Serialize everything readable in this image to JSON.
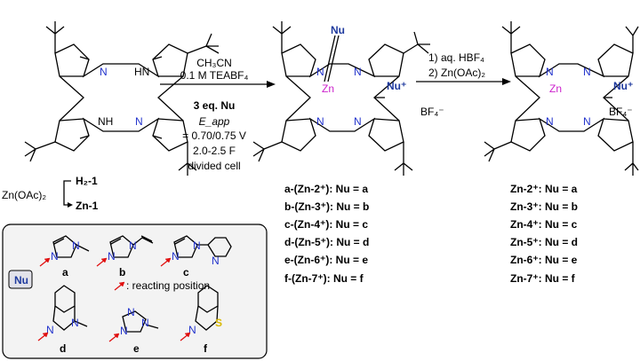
{
  "h2_1": "H₂-1",
  "zn_1": "Zn-1",
  "zn_oac": "Zn(OAc)₂",
  "nh": "NH",
  "hn": "HN",
  "n": "N",
  "zn": "Zn",
  "nu": "Nu",
  "nu_plus": "Nu⁺",
  "bf4": "BF₄⁻",
  "step1": [
    "CH₃CN",
    "0.1 M TEABF₄",
    "3 eq. Nu",
    "E_app",
    "= 0.70/0.75 V",
    "2.0-2.5 F",
    "divided cell"
  ],
  "step2": [
    "1) aq. HBF₄",
    "2) Zn(OAc)₂"
  ],
  "products_mid": [
    "a-(Zn-2⁺): Nu = a",
    "b-(Zn-3⁺): Nu = b",
    "c-(Zn-4⁺): Nu = c",
    "d-(Zn-5⁺): Nu = d",
    "e-(Zn-6⁺): Nu = e",
    "f-(Zn-7⁺): Nu = f"
  ],
  "products_right": [
    "Zn-2⁺: Nu = a",
    "Zn-3⁺: Nu = b",
    "Zn-4⁺: Nu = c",
    "Zn-5⁺: Nu = d",
    "Zn-6⁺: Nu = e",
    "Zn-7⁺: Nu = f"
  ],
  "legend": {
    "nu_box": "Nu",
    "reacting": ": reacting position",
    "labels": [
      "a",
      "b",
      "c",
      "d",
      "e",
      "f"
    ],
    "s": "S"
  },
  "colors": {
    "nitrogen": "#2233cc",
    "zinc": "#cc22cc",
    "nu": "#1f3a9e",
    "arrow_red": "#e01010",
    "sulfur": "#d8b800"
  }
}
